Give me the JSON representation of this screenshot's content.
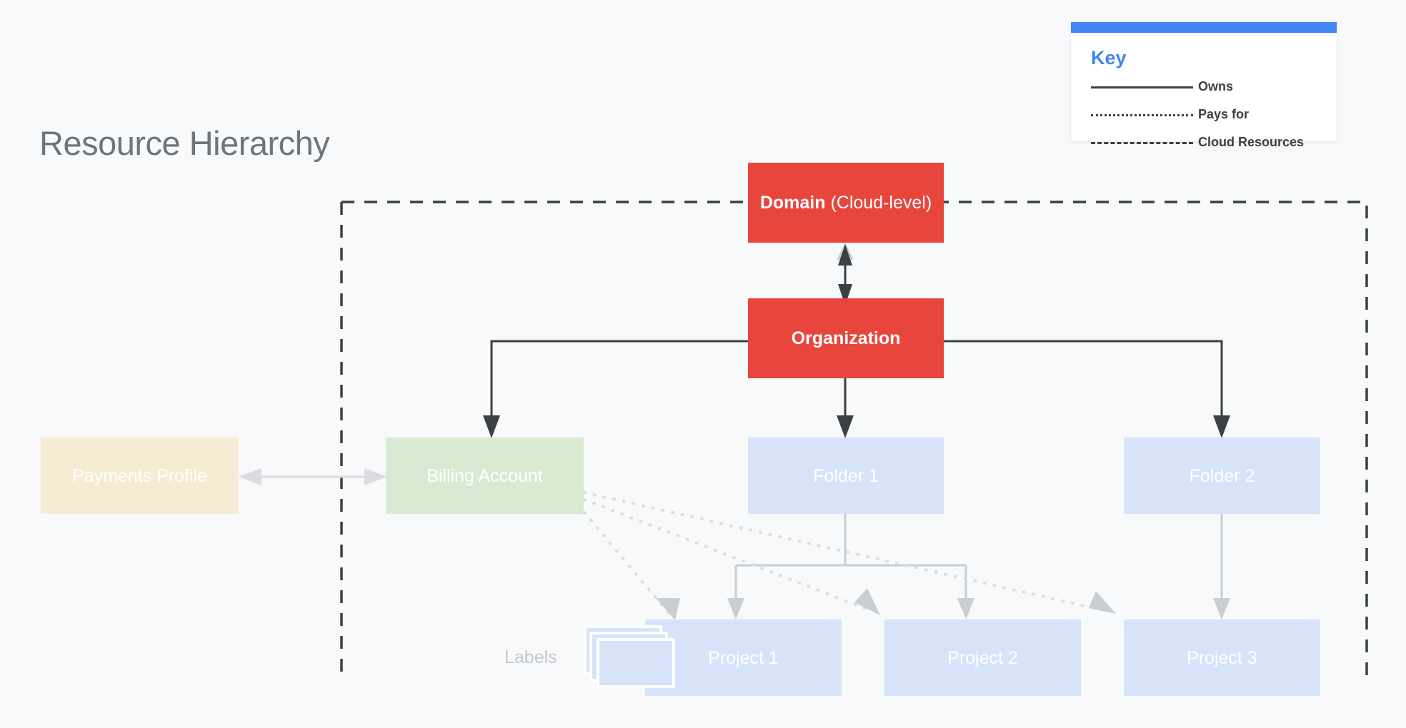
{
  "page": {
    "title": "Resource Hierarchy",
    "background_color": "#f7f9fa"
  },
  "key": {
    "title": "Key",
    "header_color": "#4285f4",
    "rows": [
      {
        "style": "solid",
        "label": "Owns"
      },
      {
        "style": "dotted",
        "label": "Pays for"
      },
      {
        "style": "dashed",
        "label": "Cloud Resources"
      }
    ]
  },
  "diagram": {
    "colors": {
      "red": "#e8453c",
      "green": "#d9ead3",
      "cream": "#f6ecd4",
      "blue": "#d7e3f9",
      "owns_line": "#3c4043",
      "child_line": "#c9ced3",
      "boundary": "#3c4043"
    },
    "nodes": {
      "domain": {
        "label_bold": "Domain",
        "label_light": " (Cloud-level)"
      },
      "organization": {
        "label": "Organization"
      },
      "payments_profile": {
        "label": "Payments Profile"
      },
      "billing_account": {
        "label": "Billing Account"
      },
      "folder_1": {
        "label": "Folder 1"
      },
      "folder_2": {
        "label": "Folder 2"
      },
      "project_1": {
        "label": "Project 1"
      },
      "project_2": {
        "label": "Project 2"
      },
      "project_3": {
        "label": "Project 3"
      }
    },
    "labels_group": {
      "caption": "Labels",
      "card_count": 3
    }
  }
}
